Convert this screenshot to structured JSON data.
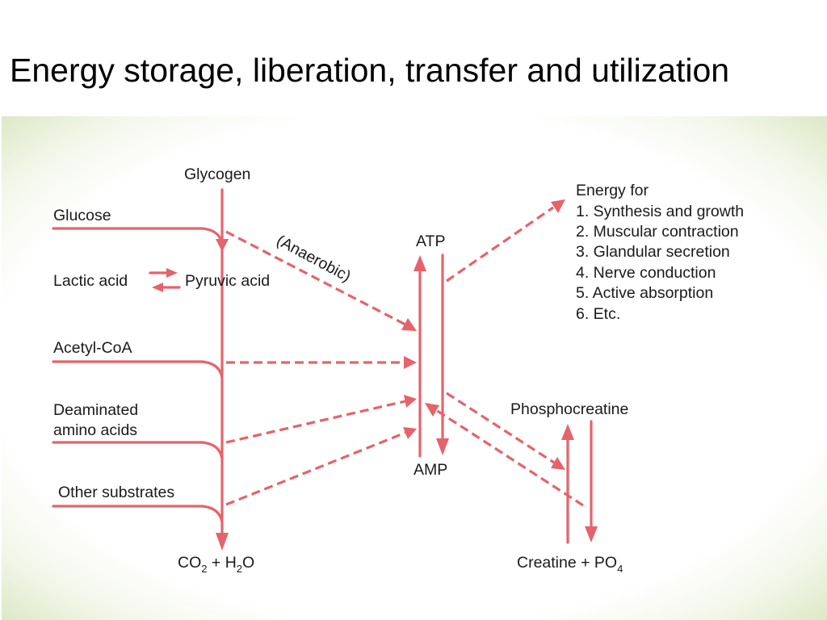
{
  "title": "Energy storage, liberation, transfer and  utilization",
  "colors": {
    "arrow": "#e5636b",
    "frame": "#cfdcb3",
    "text": "#1a1a1a"
  },
  "labels": {
    "glycogen": "Glycogen",
    "glucose": "Glucose",
    "lactic_acid": "Lactic acid",
    "pyruvic_acid": "Pyruvic acid",
    "anaerobic": "(Anaerobic)",
    "acetyl_coa": "Acetyl-CoA",
    "deaminated_1": "Deaminated",
    "deaminated_2": "amino acids",
    "other_substrates": "Other substrates",
    "co2_h2o": {
      "a": "CO",
      "a_sub": "2",
      "b": " + H",
      "b_sub": "2",
      "c": "O"
    },
    "atp": "ATP",
    "amp": "AMP",
    "phosphocreatine": "Phosphocreatine",
    "creatine_po4": {
      "a": "Creatine + PO",
      "a_sub": "4"
    }
  },
  "energy_list": {
    "heading": "Energy for",
    "items": [
      "1. Synthesis and growth",
      "2. Muscular contraction",
      "3. Glandular secretion",
      "4. Nerve conduction",
      "5. Active absorption",
      "6. Etc."
    ]
  }
}
